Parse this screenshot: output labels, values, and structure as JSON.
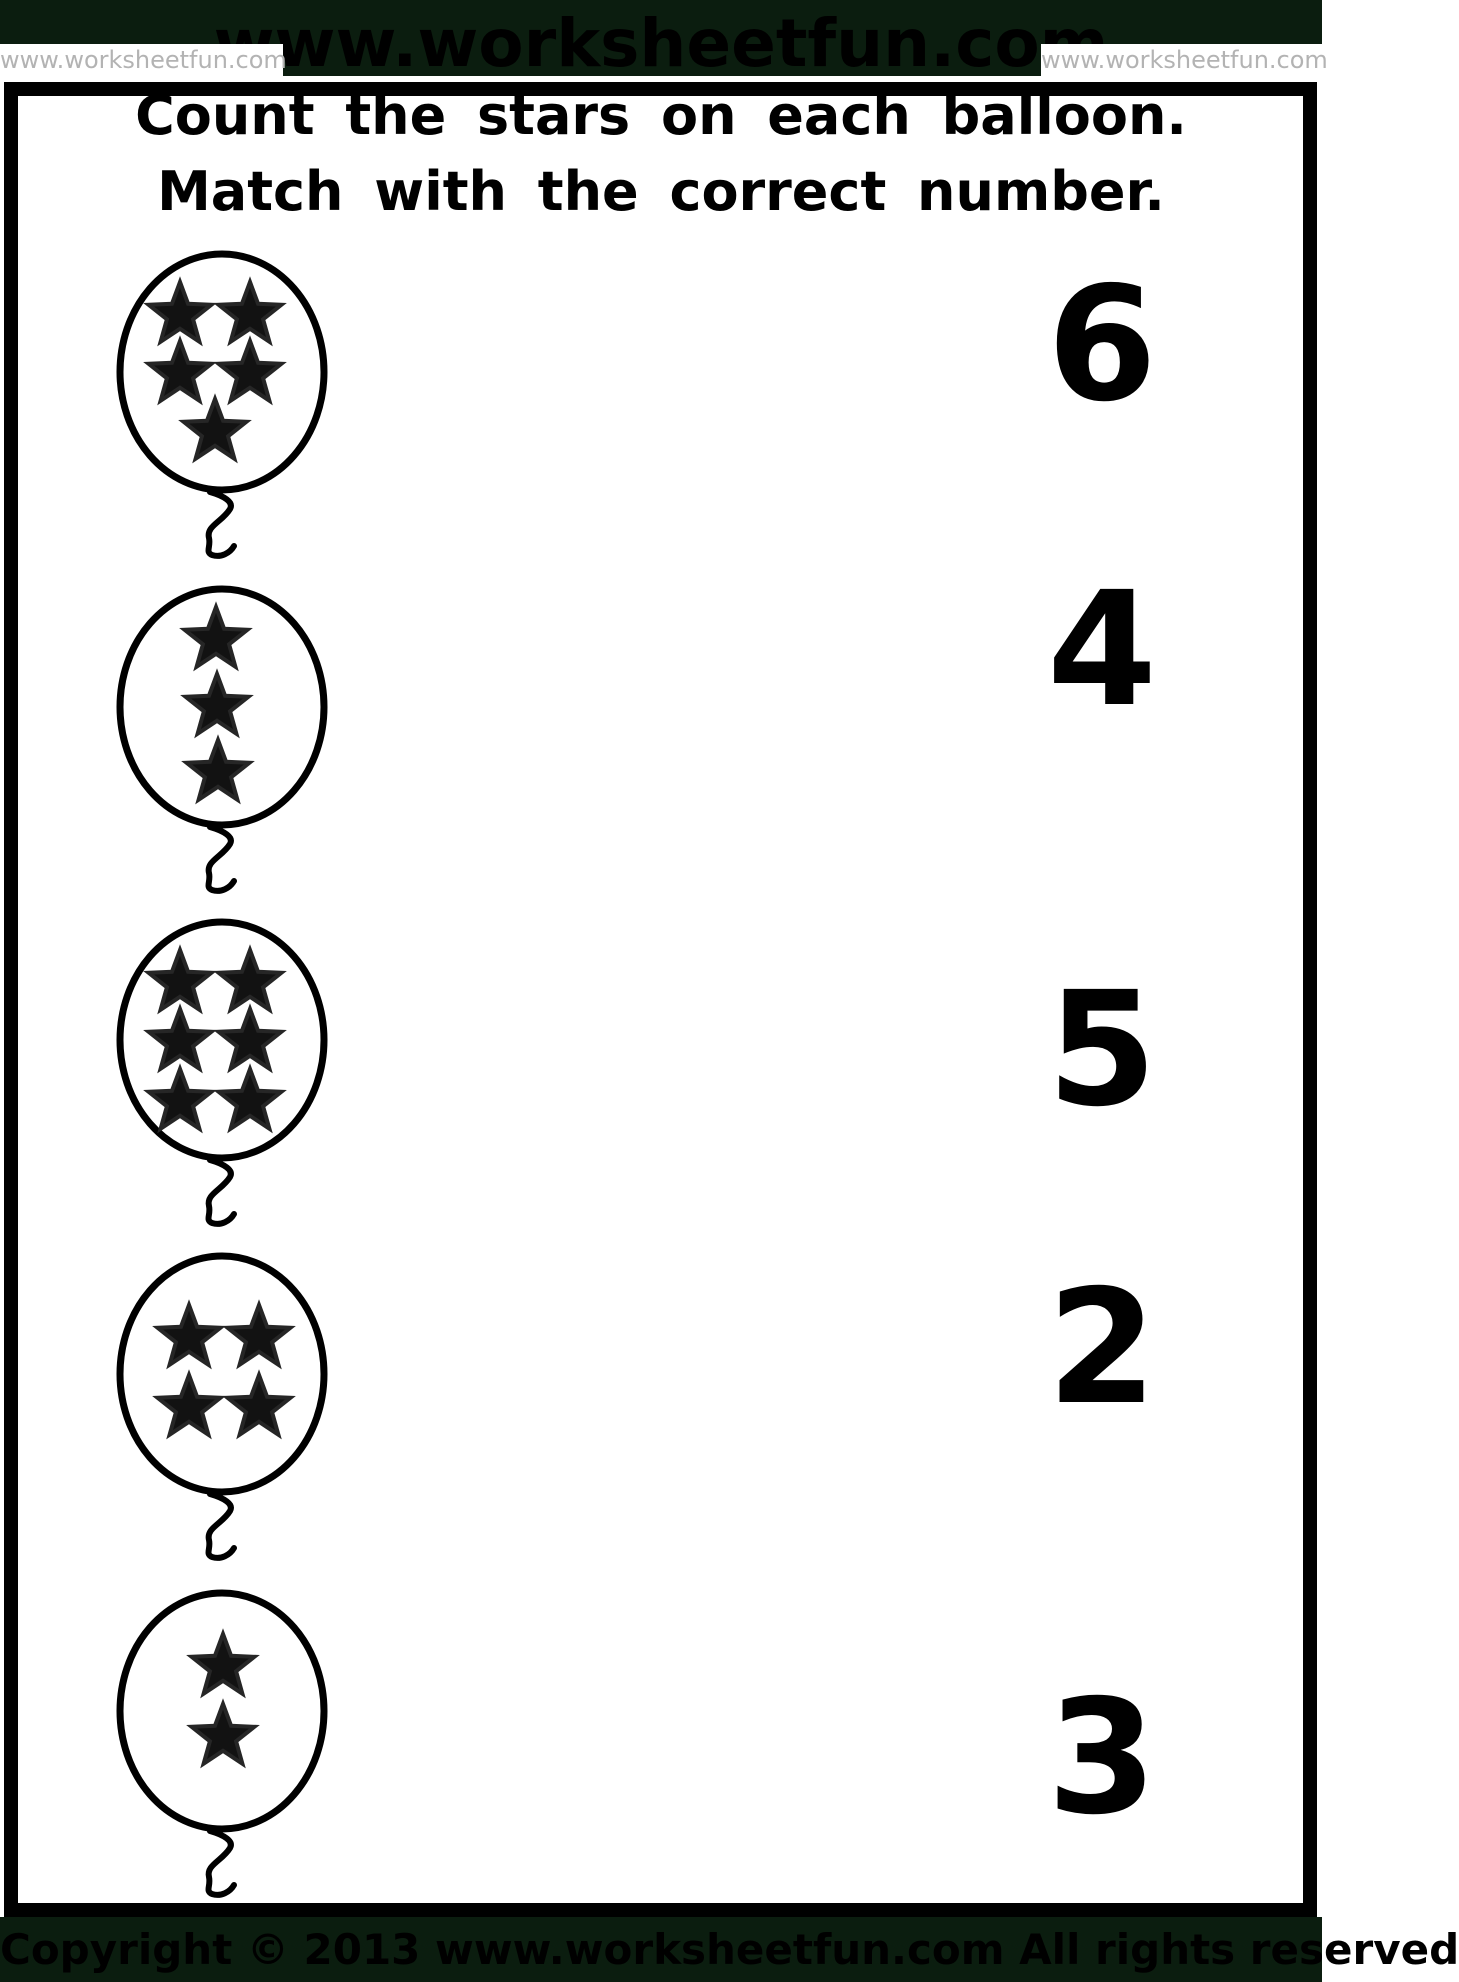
{
  "header": {
    "watermark_large": "www.worksheetfun.com",
    "watermark_left": "www.worksheetfun.com",
    "watermark_right": "www.worksheetfun.com"
  },
  "title": {
    "line1": "Count the stars on each balloon.",
    "line2": "Match with the correct number."
  },
  "exercise": {
    "balloons": [
      {
        "stars": 5
      },
      {
        "stars": 3
      },
      {
        "stars": 6
      },
      {
        "stars": 4
      },
      {
        "stars": 2
      }
    ],
    "numbers": [
      "6",
      "4",
      "5",
      "2",
      "3"
    ]
  },
  "footer": {
    "copyright": "Copyright ©  2013 www.worksheetfun.com All rights reserved"
  },
  "colors": {
    "band": "#0b1d0f",
    "ink": "#000000",
    "paper": "#ffffff",
    "watermark_gray": "#b3b3b3"
  }
}
